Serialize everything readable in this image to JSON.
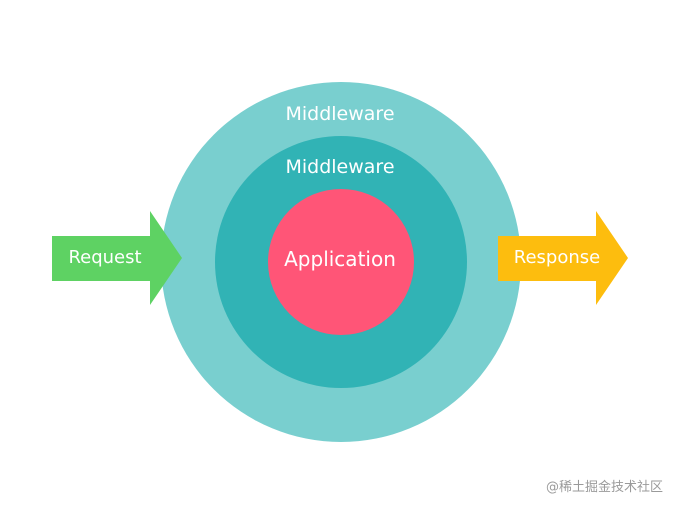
{
  "diagram": {
    "outer_ring": {
      "label": "Middleware",
      "color": "#79cfcf"
    },
    "inner_ring": {
      "label": "Middleware",
      "color": "#31b3b5"
    },
    "core": {
      "label": "Application",
      "color": "#ff5577"
    },
    "request_arrow": {
      "label": "Request",
      "color": "#5ed263"
    },
    "response_arrow": {
      "label": "Response",
      "color": "#fdbd0e"
    }
  },
  "watermark": "@稀土掘金技术社区"
}
